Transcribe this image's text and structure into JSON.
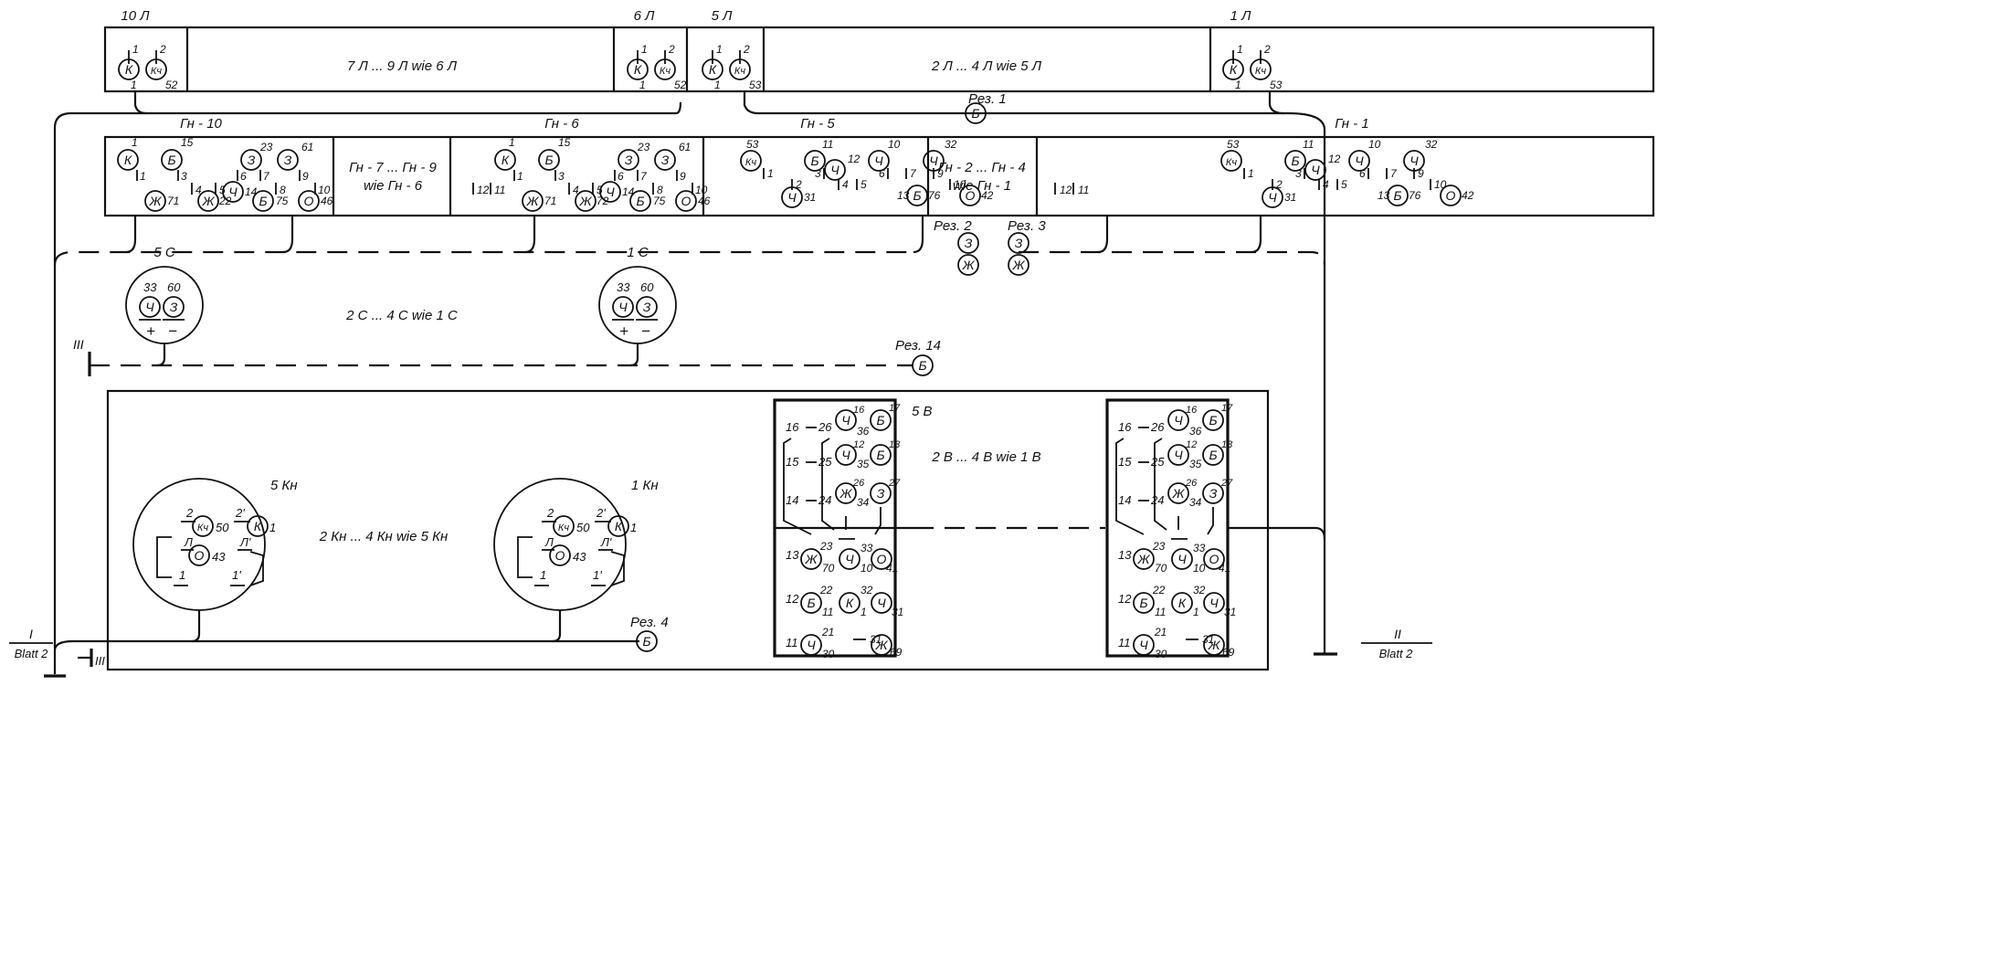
{
  "colors": {
    "ink": "#111111",
    "paper": "#ffffff"
  },
  "top": {
    "labels": [
      "10 Л",
      "6 Л",
      "5 Л",
      "1 Л"
    ],
    "group_a": "7 Л ... 9 Л  wie  6 Л",
    "group_b": "2 Л ... 4 Л  wie  5 Л",
    "pins": [
      "1",
      "2",
      "52",
      "53"
    ],
    "icons": [
      "К",
      "Кч"
    ]
  },
  "reserves": {
    "r1": "Рез. 1",
    "r2": "Рез. 2",
    "r3": "Рез. 3",
    "r4": "Рез. 4",
    "r14": "Рез. 14"
  },
  "gn": {
    "labels": [
      "Гн - 10",
      "Гн - 6",
      "Гн - 5",
      "Гн - 1"
    ],
    "wie_a": [
      "Гн - 7 ... Гн - 9",
      "wie  Гн - 6"
    ],
    "wie_b": [
      "Гн - 2 ... Гн - 4",
      "wie  Гн - 1"
    ],
    "nums_left": [
      "1",
      "15",
      "23",
      "61",
      "3",
      "4",
      "5",
      "6",
      "7",
      "8",
      "9",
      "10",
      "14",
      "22",
      "71",
      "72",
      "75",
      "46",
      "11",
      "12"
    ],
    "nums_right": [
      "53",
      "11",
      "10",
      "32",
      "1",
      "2",
      "3",
      "4",
      "5",
      "6",
      "7",
      "8",
      "9",
      "10",
      "12",
      "13",
      "31",
      "42",
      "76",
      "11",
      "12"
    ]
  },
  "colors_glyphs": [
    "К",
    "Б",
    "З",
    "Ч",
    "Ж",
    "О",
    "Кч"
  ],
  "c_panel": {
    "labels": [
      "5 С",
      "1 С"
    ],
    "wie": "2 С ... 4 С  wie  1 С",
    "nums": [
      "33",
      "60"
    ],
    "plus": "+",
    "minus": "−",
    "roman3": "III"
  },
  "kn": {
    "labels": [
      "5 Кн",
      "1 Кн"
    ],
    "wie": "2 Кн ... 4 Кн  wie  5 Кн",
    "nums": [
      "2",
      "50",
      "2'",
      "1",
      "Л",
      "43",
      "Л'",
      "1'"
    ]
  },
  "b_panel": {
    "label": "5 В",
    "wie": "2 В ... 4 В  wie  1 В",
    "rows": [
      "16",
      "26",
      "36",
      "17",
      "15",
      "25",
      "35",
      "13",
      "14",
      "24",
      "34",
      "27",
      "13",
      "23",
      "70",
      "33",
      "10",
      "41",
      "12",
      "22",
      "11",
      "32",
      "1",
      "31",
      "11",
      "21",
      "30",
      "31",
      "69"
    ]
  },
  "sheet_refs": {
    "left_roman": "I",
    "left_sheet": "Blatt 2",
    "right_roman": "II",
    "right_sheet": "Blatt 2",
    "roman3_bottom": "III"
  }
}
